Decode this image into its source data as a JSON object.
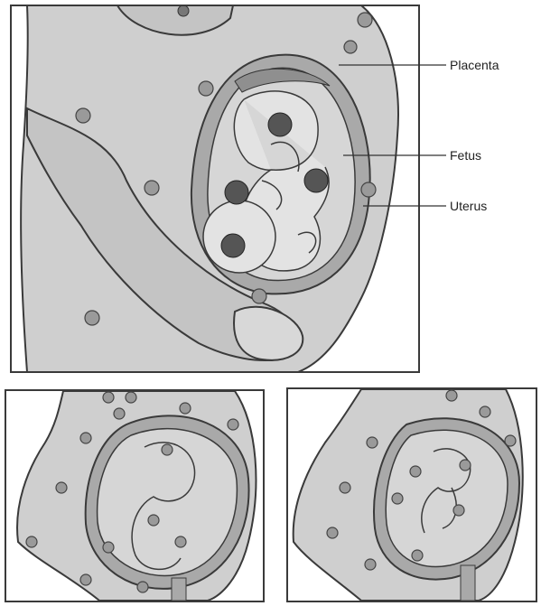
{
  "labels": {
    "placenta": "Placenta",
    "fetus": "Fetus",
    "uterus": "Uterus"
  },
  "colors": {
    "skin": "#cfcfcf",
    "skin_dark": "#b9b9b9",
    "uterus": "#a9a9a9",
    "outline": "#3a3a3a",
    "dot": "#555555",
    "background": "#ffffff"
  }
}
